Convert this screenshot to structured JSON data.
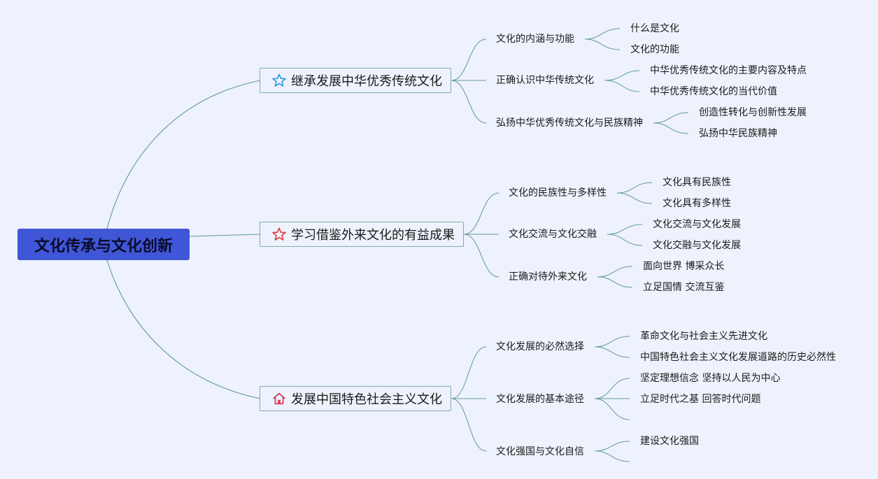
{
  "root": {
    "label": "文化传承与文化创新"
  },
  "branches": [
    {
      "label": "继承发展中华优秀传统文化",
      "icon": "star-outline-icon",
      "icon_color": "#2e9be0",
      "topics": [
        {
          "label": "文化的内涵与功能",
          "leaves": [
            "什么是文化",
            "文化的功能"
          ]
        },
        {
          "label": "正确认识中华传统文化",
          "leaves": [
            "中华优秀传统文化的主要内容及特点",
            "中华优秀传统文化的当代价值"
          ]
        },
        {
          "label": "弘扬中华优秀传统文化与民族精神",
          "leaves": [
            "创造性转化与创新性发展",
            "弘扬中华民族精神"
          ]
        }
      ]
    },
    {
      "label": "学习借鉴外来文化的有益成果",
      "icon": "star-outline-icon",
      "icon_color": "#e0403a",
      "topics": [
        {
          "label": "文化的民族性与多样性",
          "leaves": [
            "文化具有民族性",
            "文化具有多样性"
          ]
        },
        {
          "label": "文化交流与文化交融",
          "leaves": [
            "文化交流与文化发展",
            "文化交融与文化发展"
          ]
        },
        {
          "label": "正确对待外来文化",
          "leaves": [
            "面向世界 博采众长",
            "立足国情 交流互鉴"
          ]
        }
      ]
    },
    {
      "label": "发展中国特色社会主义文化",
      "icon": "home-icon",
      "icon_color": "#d23a5a",
      "topics": [
        {
          "label": "文化发展的必然选择",
          "leaves": [
            "革命文化与社会主义先进文化",
            "中国特色社会主义文化发展道路的历史必然性"
          ]
        },
        {
          "label": "文化发展的基本途径",
          "leaves": [
            "坚定理想信念 坚持以人民为中心",
            "立足时代之基 回答时代问题",
            ""
          ]
        },
        {
          "label": "文化强国与文化自信",
          "leaves": [
            "建设文化强国",
            ""
          ]
        }
      ]
    }
  ]
}
